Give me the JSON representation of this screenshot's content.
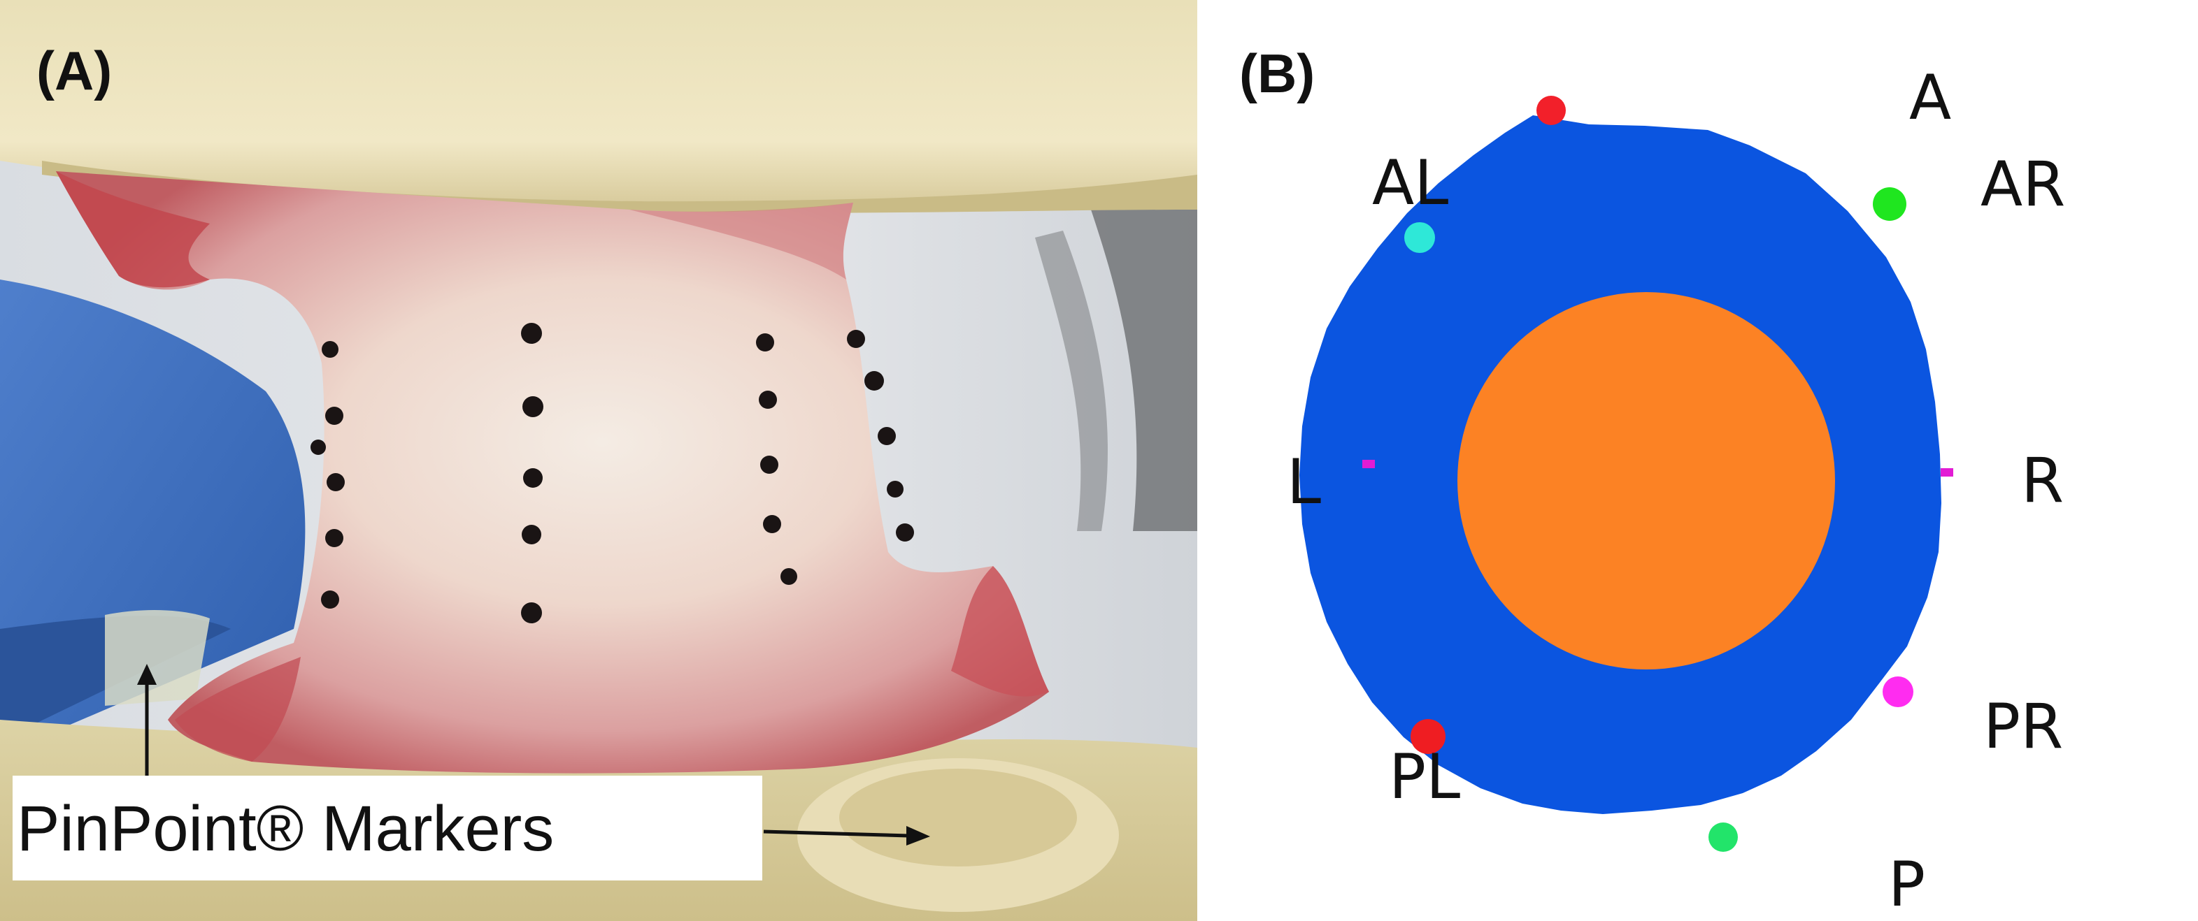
{
  "panel_a": {
    "label": "(A)",
    "callout": "PinPoint® Markers"
  },
  "panel_b": {
    "label": "(B)",
    "regions": [
      {
        "name": "outer-annulus",
        "color": "#0b55e0"
      },
      {
        "name": "inner-nucleus",
        "color": "#fc8224"
      }
    ],
    "positions": [
      {
        "id": "A",
        "label": "A",
        "color": "#f2202a"
      },
      {
        "id": "AR",
        "label": "AR",
        "color": "#1fe61f"
      },
      {
        "id": "R",
        "label": "R",
        "color": "#e21cd4"
      },
      {
        "id": "PR",
        "label": "PR",
        "color": "#ff2cf0"
      },
      {
        "id": "P",
        "label": "P",
        "color": "#22e46a"
      },
      {
        "id": "PL",
        "label": "PL",
        "color": "#ef1d22"
      },
      {
        "id": "L",
        "label": "L",
        "color": "#e21cd4"
      },
      {
        "id": "AL",
        "label": "AL",
        "color": "#2ee8d8"
      }
    ]
  }
}
